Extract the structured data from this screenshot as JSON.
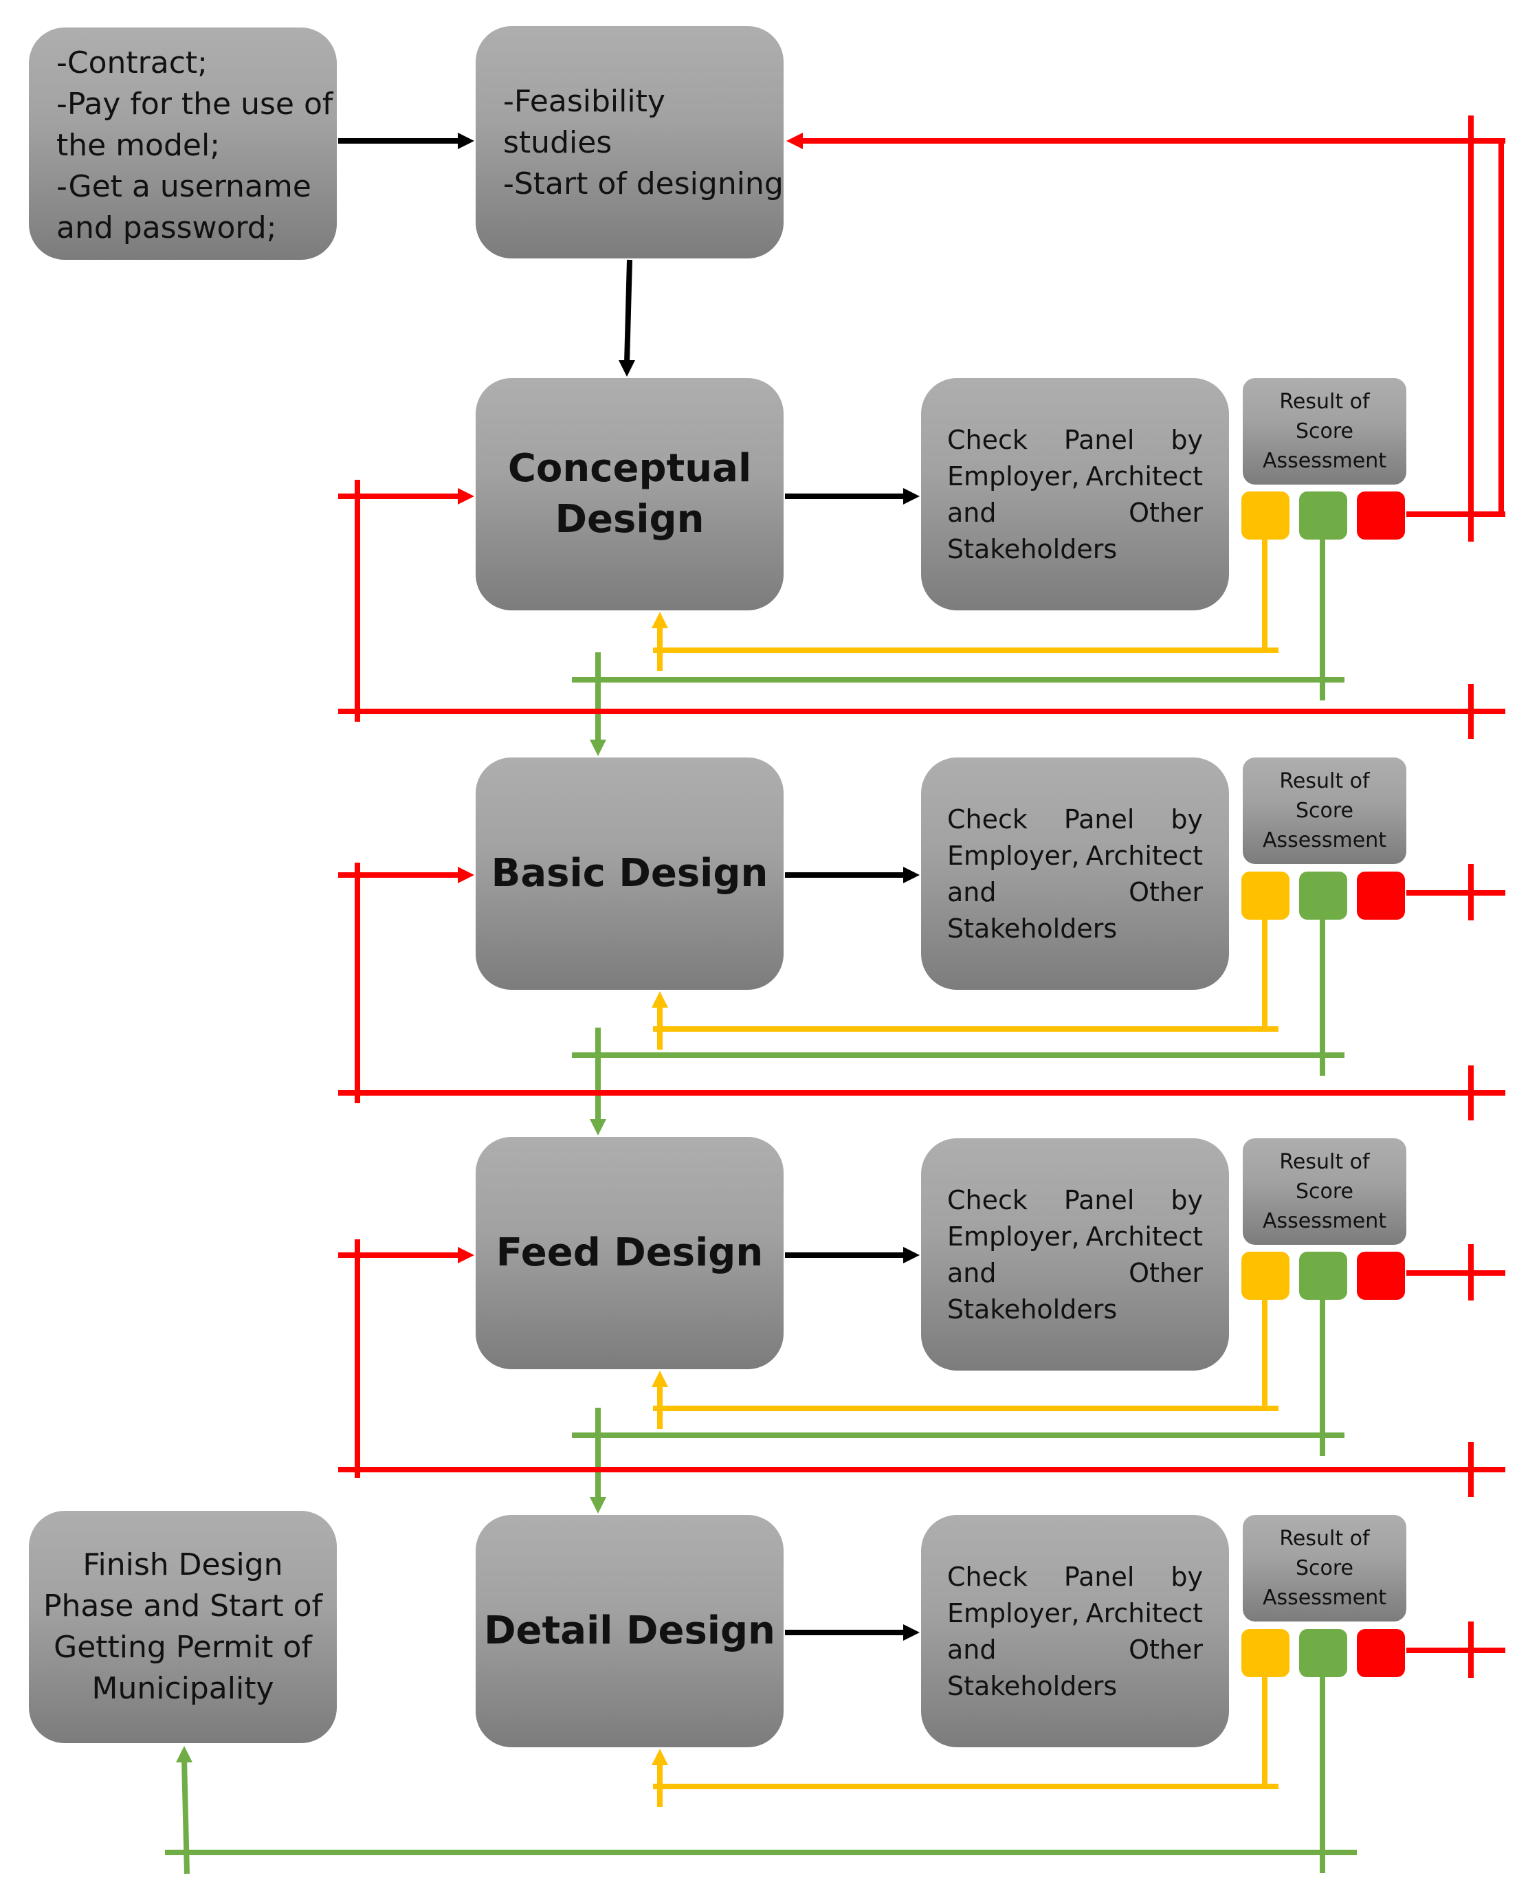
{
  "start_box": {
    "lines": [
      "-Contract;",
      "-Pay for the use of",
      "the model;",
      "-Get a username",
      "and password;"
    ]
  },
  "feasibility_box": {
    "lines": [
      "-Feasibility",
      "studies",
      "-Start of designing"
    ]
  },
  "finish_box": {
    "lines": [
      "Finish Design",
      "Phase and Start of",
      "Getting Permit of",
      "Municipality"
    ]
  },
  "stages": [
    {
      "title_lines": [
        "Conceptual",
        "Design"
      ]
    },
    {
      "title_lines": [
        "Basic Design"
      ]
    },
    {
      "title_lines": [
        "Feed Design"
      ]
    },
    {
      "title_lines": [
        "Detail Design"
      ]
    }
  ],
  "check_panel": {
    "rows": [
      [
        "Check",
        "Panel",
        "by"
      ],
      [
        "Employer,",
        "Architect"
      ],
      [
        "and",
        "Other"
      ],
      [
        "Stakeholders"
      ]
    ]
  },
  "result_label": {
    "lines": [
      "Result of",
      "Score",
      "Assessment"
    ]
  },
  "colors": {
    "red": "#ff0000",
    "green": "#70ad47",
    "yellow": "#ffc000",
    "arrow": "#000000",
    "box_gray": "#a6a6a6"
  }
}
